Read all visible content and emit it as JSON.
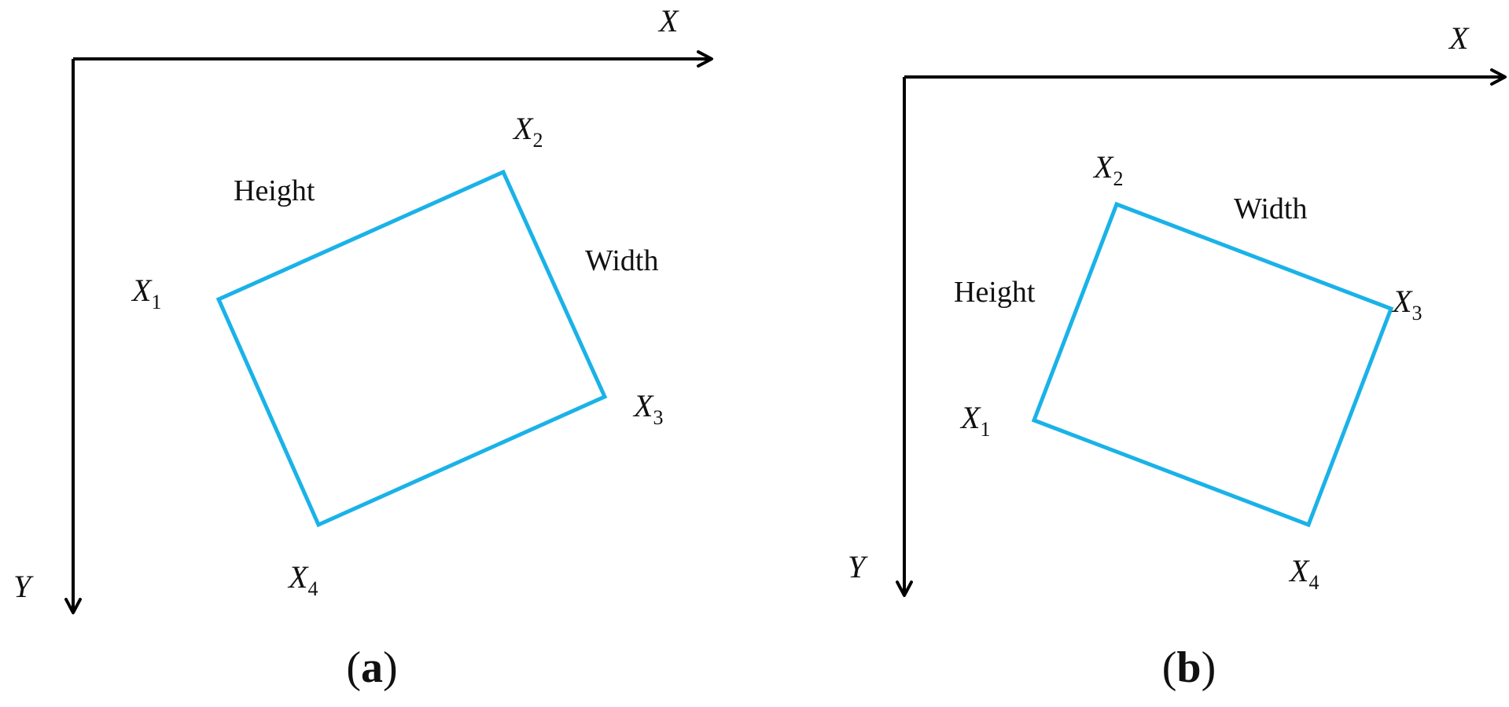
{
  "colors": {
    "rectangle": "#1ab2e8",
    "axes": "#000000",
    "text": "#111111"
  },
  "panel_a": {
    "caption_open": "(",
    "caption_letter": "a",
    "caption_close": ")",
    "axis_x": "X",
    "axis_y": "Y",
    "side_height": "Height",
    "side_width": "Width",
    "vertex_1_base": "X",
    "vertex_1_sub": "1",
    "vertex_2_base": "X",
    "vertex_2_sub": "2",
    "vertex_3_base": "X",
    "vertex_3_sub": "3",
    "vertex_4_base": "X",
    "vertex_4_sub": "4"
  },
  "panel_b": {
    "caption_open": "(",
    "caption_letter": "b",
    "caption_close": ")",
    "axis_x": "X",
    "axis_y": "Y",
    "side_height": "Height",
    "side_width": "Width",
    "vertex_1_base": "X",
    "vertex_1_sub": "1",
    "vertex_2_base": "X",
    "vertex_2_sub": "2",
    "vertex_3_base": "X",
    "vertex_3_sub": "3",
    "vertex_4_base": "X",
    "vertex_4_sub": "4"
  }
}
